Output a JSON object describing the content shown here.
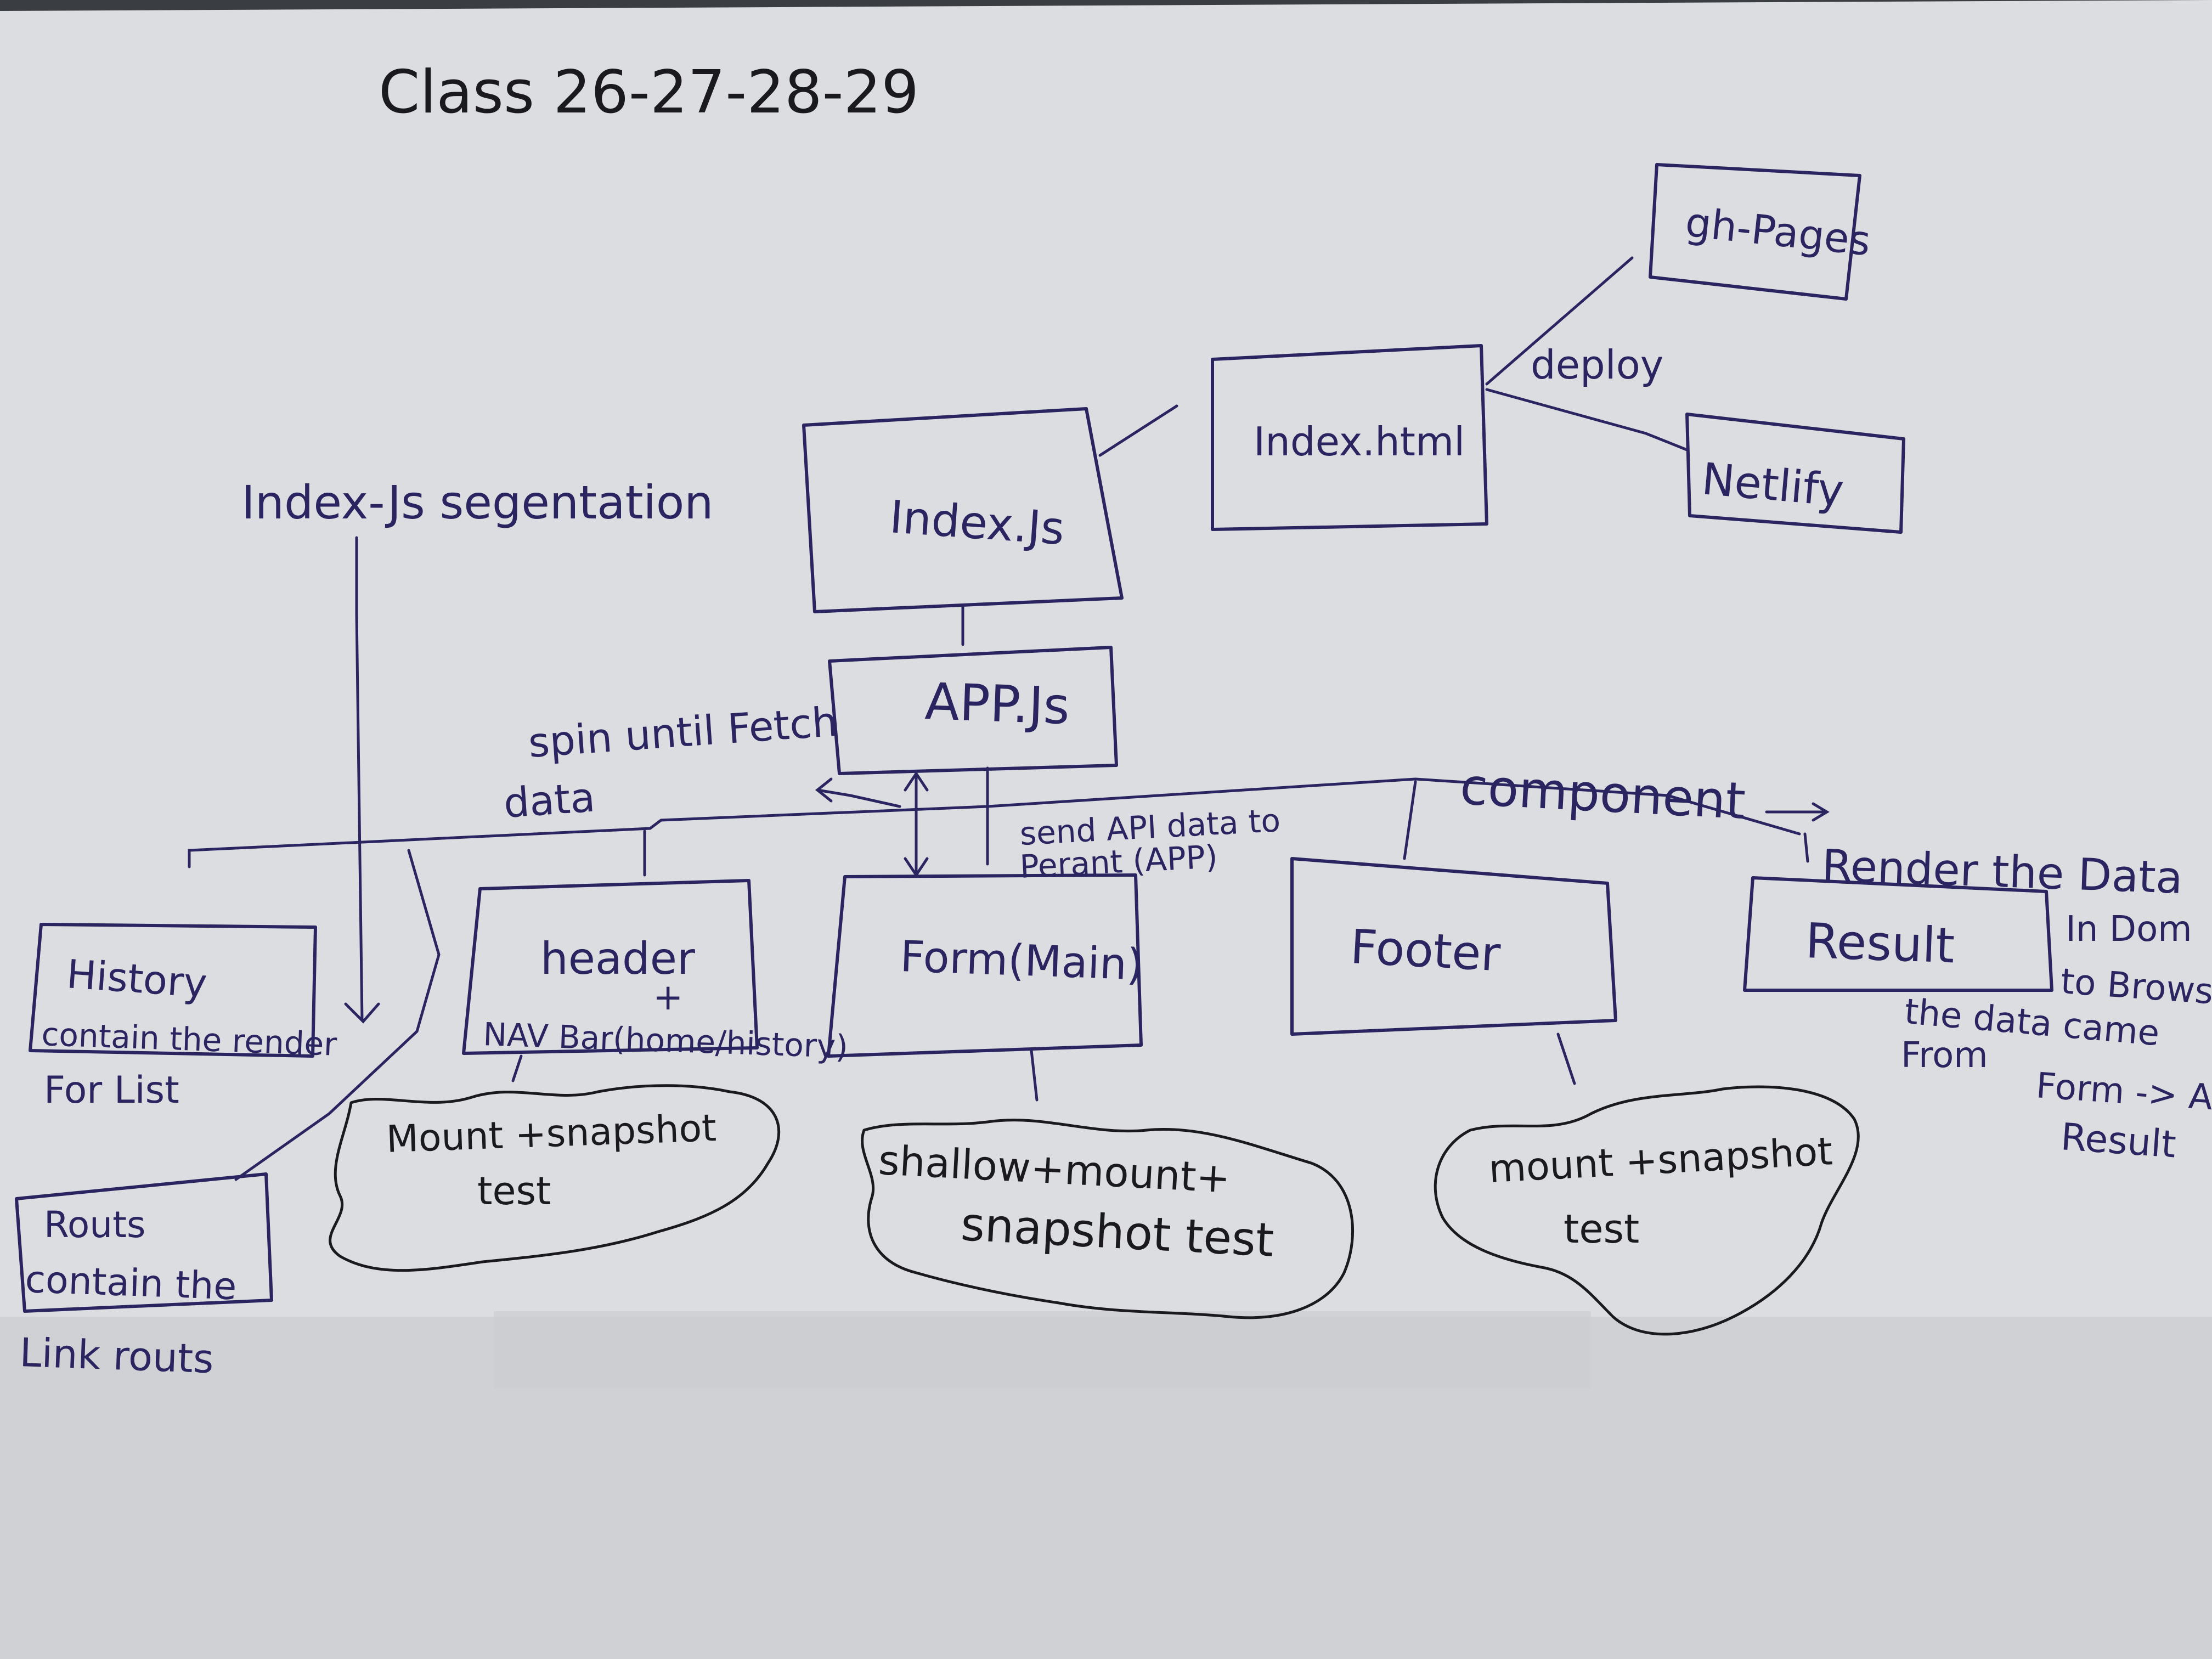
{
  "title": "Class 26-27-28-29",
  "colors": {
    "paper": "#dcdde0",
    "paper_shadow": "#c4c6ca",
    "ink_black": "#1a1a1e",
    "ink_blue": "#2a2460"
  },
  "nodes": {
    "gh_pages": "gh-Pages",
    "index_html": "Index.html",
    "netlify": "Netlify",
    "index_js": "Index.Js",
    "app_js": "APP.Js",
    "history": [
      "History",
      "contain the render",
      "For List"
    ],
    "header": [
      "header",
      "+",
      "NAV Bar(home/history)"
    ],
    "form": "Form(Main)",
    "footer": "Footer",
    "result": "Result",
    "routes": [
      "Routs",
      "contain the",
      "Link routs"
    ]
  },
  "annotations": {
    "deploy": "deploy",
    "segmentation": "Index-Js segentation",
    "spin": [
      "spin until Fetch",
      "data"
    ],
    "send_api": [
      "send API data to",
      "Perant (APP)"
    ],
    "component": "component",
    "render_data": [
      "Render the Data",
      "In Dom",
      "to Browse",
      "the data came",
      "From",
      "Form -> API",
      "Result"
    ]
  },
  "clouds": {
    "header_test": [
      "Mount +snapshot",
      "test"
    ],
    "form_test": [
      "shallow+mount+",
      "snapshot test"
    ],
    "footer_test": [
      "mount +snapshot",
      "test"
    ]
  }
}
